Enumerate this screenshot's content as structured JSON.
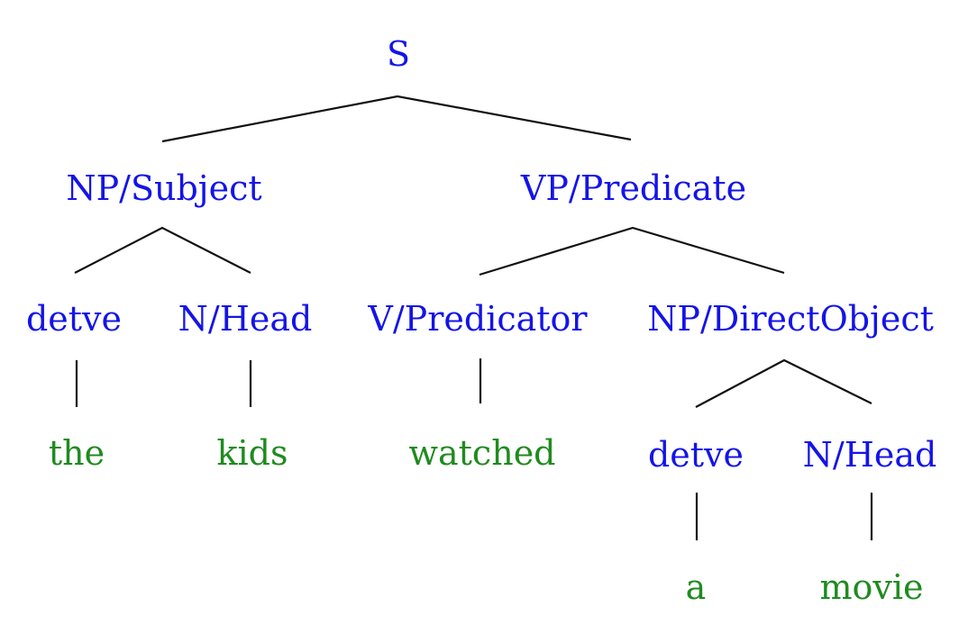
{
  "diagram": {
    "type": "syntax-tree",
    "sentence": "the kids watched a movie",
    "colors": {
      "nonterminal": "#1414e8",
      "terminal": "#1f8b1f",
      "edge": "#111111",
      "background": "#ffffff"
    },
    "labels": {
      "s": "S",
      "np_subject": "NP/Subject",
      "vp_predicate": "VP/Predicate",
      "det_subject": "detve",
      "n_head_subject": "N/Head",
      "v_predicator": "V/Predicator",
      "np_direct_object": "NP/DirectObject",
      "word_the": "the",
      "word_kids": "kids",
      "word_watched": "watched",
      "det_object": "detve",
      "n_head_object": "N/Head",
      "word_a": "a",
      "word_movie": "movie"
    },
    "hierarchy": {
      "label": "S",
      "children": [
        {
          "label": "NP/Subject",
          "children": [
            {
              "label": "detve",
              "children": [
                {
                  "label": "the"
                }
              ]
            },
            {
              "label": "N/Head",
              "children": [
                {
                  "label": "kids"
                }
              ]
            }
          ]
        },
        {
          "label": "VP/Predicate",
          "children": [
            {
              "label": "V/Predicator",
              "children": [
                {
                  "label": "watched"
                }
              ]
            },
            {
              "label": "NP/DirectObject",
              "children": [
                {
                  "label": "detve",
                  "children": [
                    {
                      "label": "a"
                    }
                  ]
                },
                {
                  "label": "N/Head",
                  "children": [
                    {
                      "label": "movie"
                    }
                  ]
                }
              ]
            }
          ]
        }
      ]
    }
  }
}
